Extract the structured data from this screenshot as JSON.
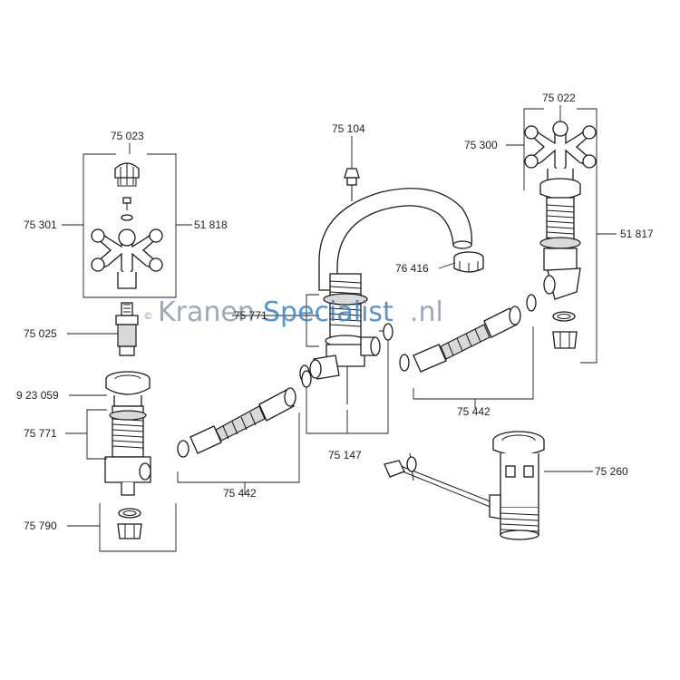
{
  "diagram": {
    "watermark": {
      "copyright": "©",
      "part1": "Kranen",
      "part2": "Specialist",
      "part3": ".nl",
      "color1": "#8a9bb0",
      "color2": "#3b82c4"
    },
    "labels": {
      "p75023": "75 023",
      "p75301": "75 301",
      "p51818": "51 818",
      "p75025": "75 025",
      "p923059": "9 23 059",
      "p75771_left": "75 771",
      "p75790": "75 790",
      "p75104": "75 104",
      "p76416": "76 416",
      "p75771_mid": "75 771",
      "p75147": "75 147",
      "p75442_left": "75 442",
      "p75442_right": "75 442",
      "p75022": "75 022",
      "p75300": "75 300",
      "p51817": "51 817",
      "p75260": "75 260"
    }
  }
}
